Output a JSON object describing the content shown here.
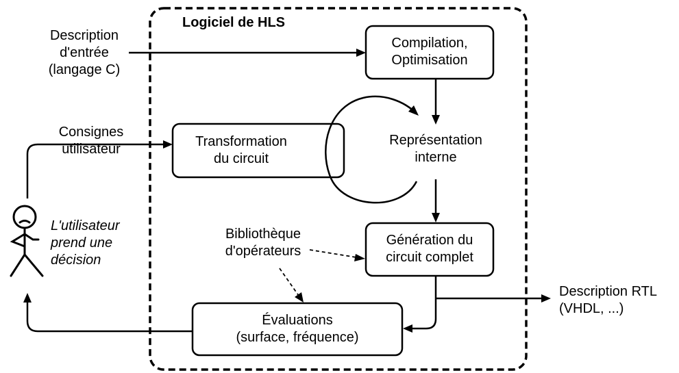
{
  "container": {
    "title": "Logiciel de HLS"
  },
  "inputs": {
    "description": [
      "Description",
      "d'entrée",
      "(langage C)"
    ],
    "consignes": [
      "Consignes",
      "utilisateur"
    ]
  },
  "boxes": {
    "compilation": [
      "Compilation,",
      "Optimisation"
    ],
    "transformation": [
      "Transformation",
      "du circuit"
    ],
    "generation": [
      "Génération du",
      "circuit complet"
    ],
    "evaluations": [
      "Évaluations",
      "(surface, fréquence)"
    ]
  },
  "nodes": {
    "representation": [
      "Représentation",
      "interne"
    ],
    "bibliotheque": [
      "Bibliothèque",
      "d'opérateurs"
    ]
  },
  "user": {
    "decision": [
      "L'utilisateur",
      "prend une",
      "décision"
    ]
  },
  "output": {
    "rtl": [
      "Description RTL",
      "(VHDL, ...)"
    ]
  }
}
